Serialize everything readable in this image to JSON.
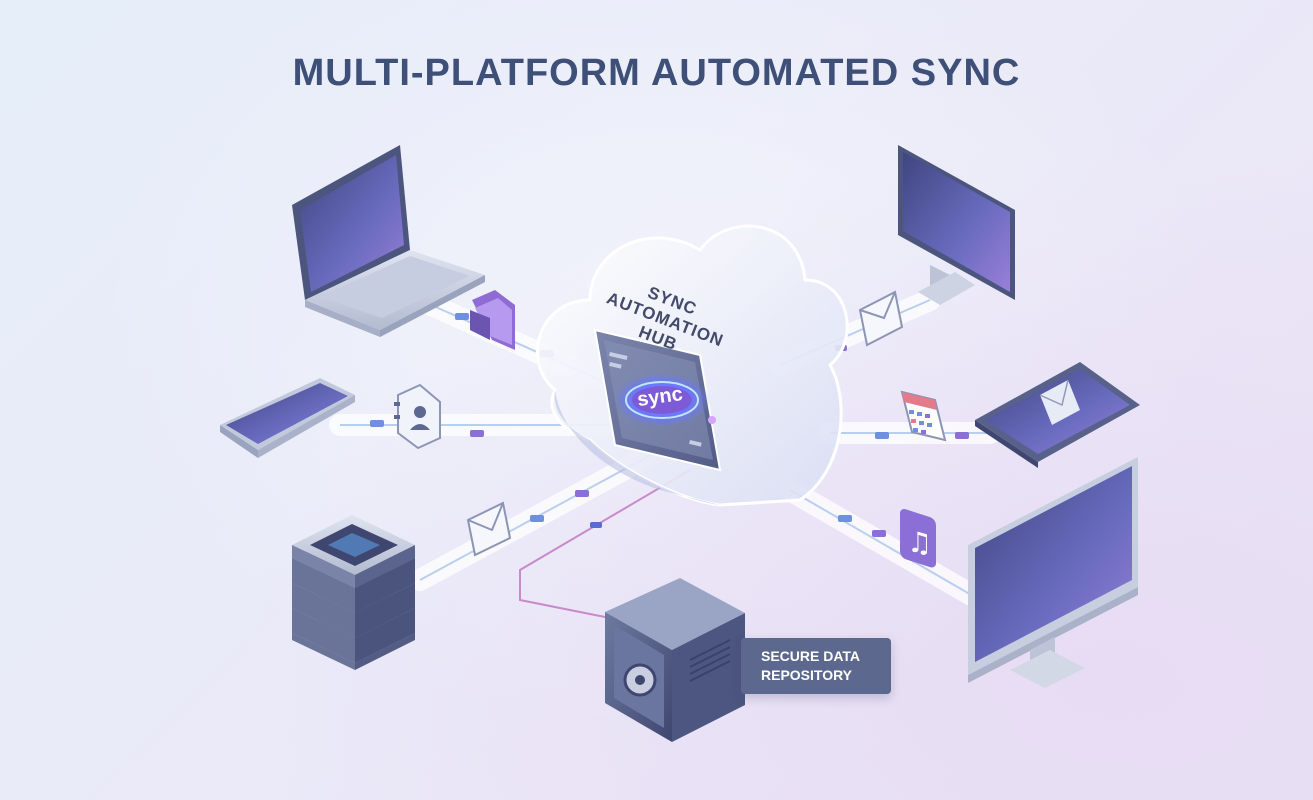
{
  "title": "MULTI-PLATFORM AUTOMATED SYNC",
  "hub": {
    "label_lines": [
      "SYNC",
      "AUTOMATION",
      "HUB"
    ],
    "badge": "sync"
  },
  "secure_repository": {
    "label_lines": [
      "SECURE DATA",
      "REPOSITORY"
    ]
  },
  "devices": [
    {
      "id": "laptop",
      "icon": "laptop-icon"
    },
    {
      "id": "smartphone",
      "icon": "smartphone-icon"
    },
    {
      "id": "server",
      "icon": "server-rack-icon"
    },
    {
      "id": "monitor-top",
      "icon": "monitor-icon"
    },
    {
      "id": "tablet",
      "icon": "tablet-icon"
    },
    {
      "id": "monitor-large",
      "icon": "desktop-monitor-icon"
    },
    {
      "id": "safe",
      "icon": "safe-icon"
    }
  ],
  "data_icons": [
    "folder-icon",
    "contact-book-icon",
    "mail-icon",
    "calendar-icon",
    "music-note-icon"
  ],
  "colors": {
    "title": "#3e4f78",
    "device_body": "#5d6891",
    "screen": "#5a5fa8",
    "accent_purple": "#8b6fd6",
    "accent_blue": "#6fa2e8",
    "background": "#e8ecf8"
  }
}
